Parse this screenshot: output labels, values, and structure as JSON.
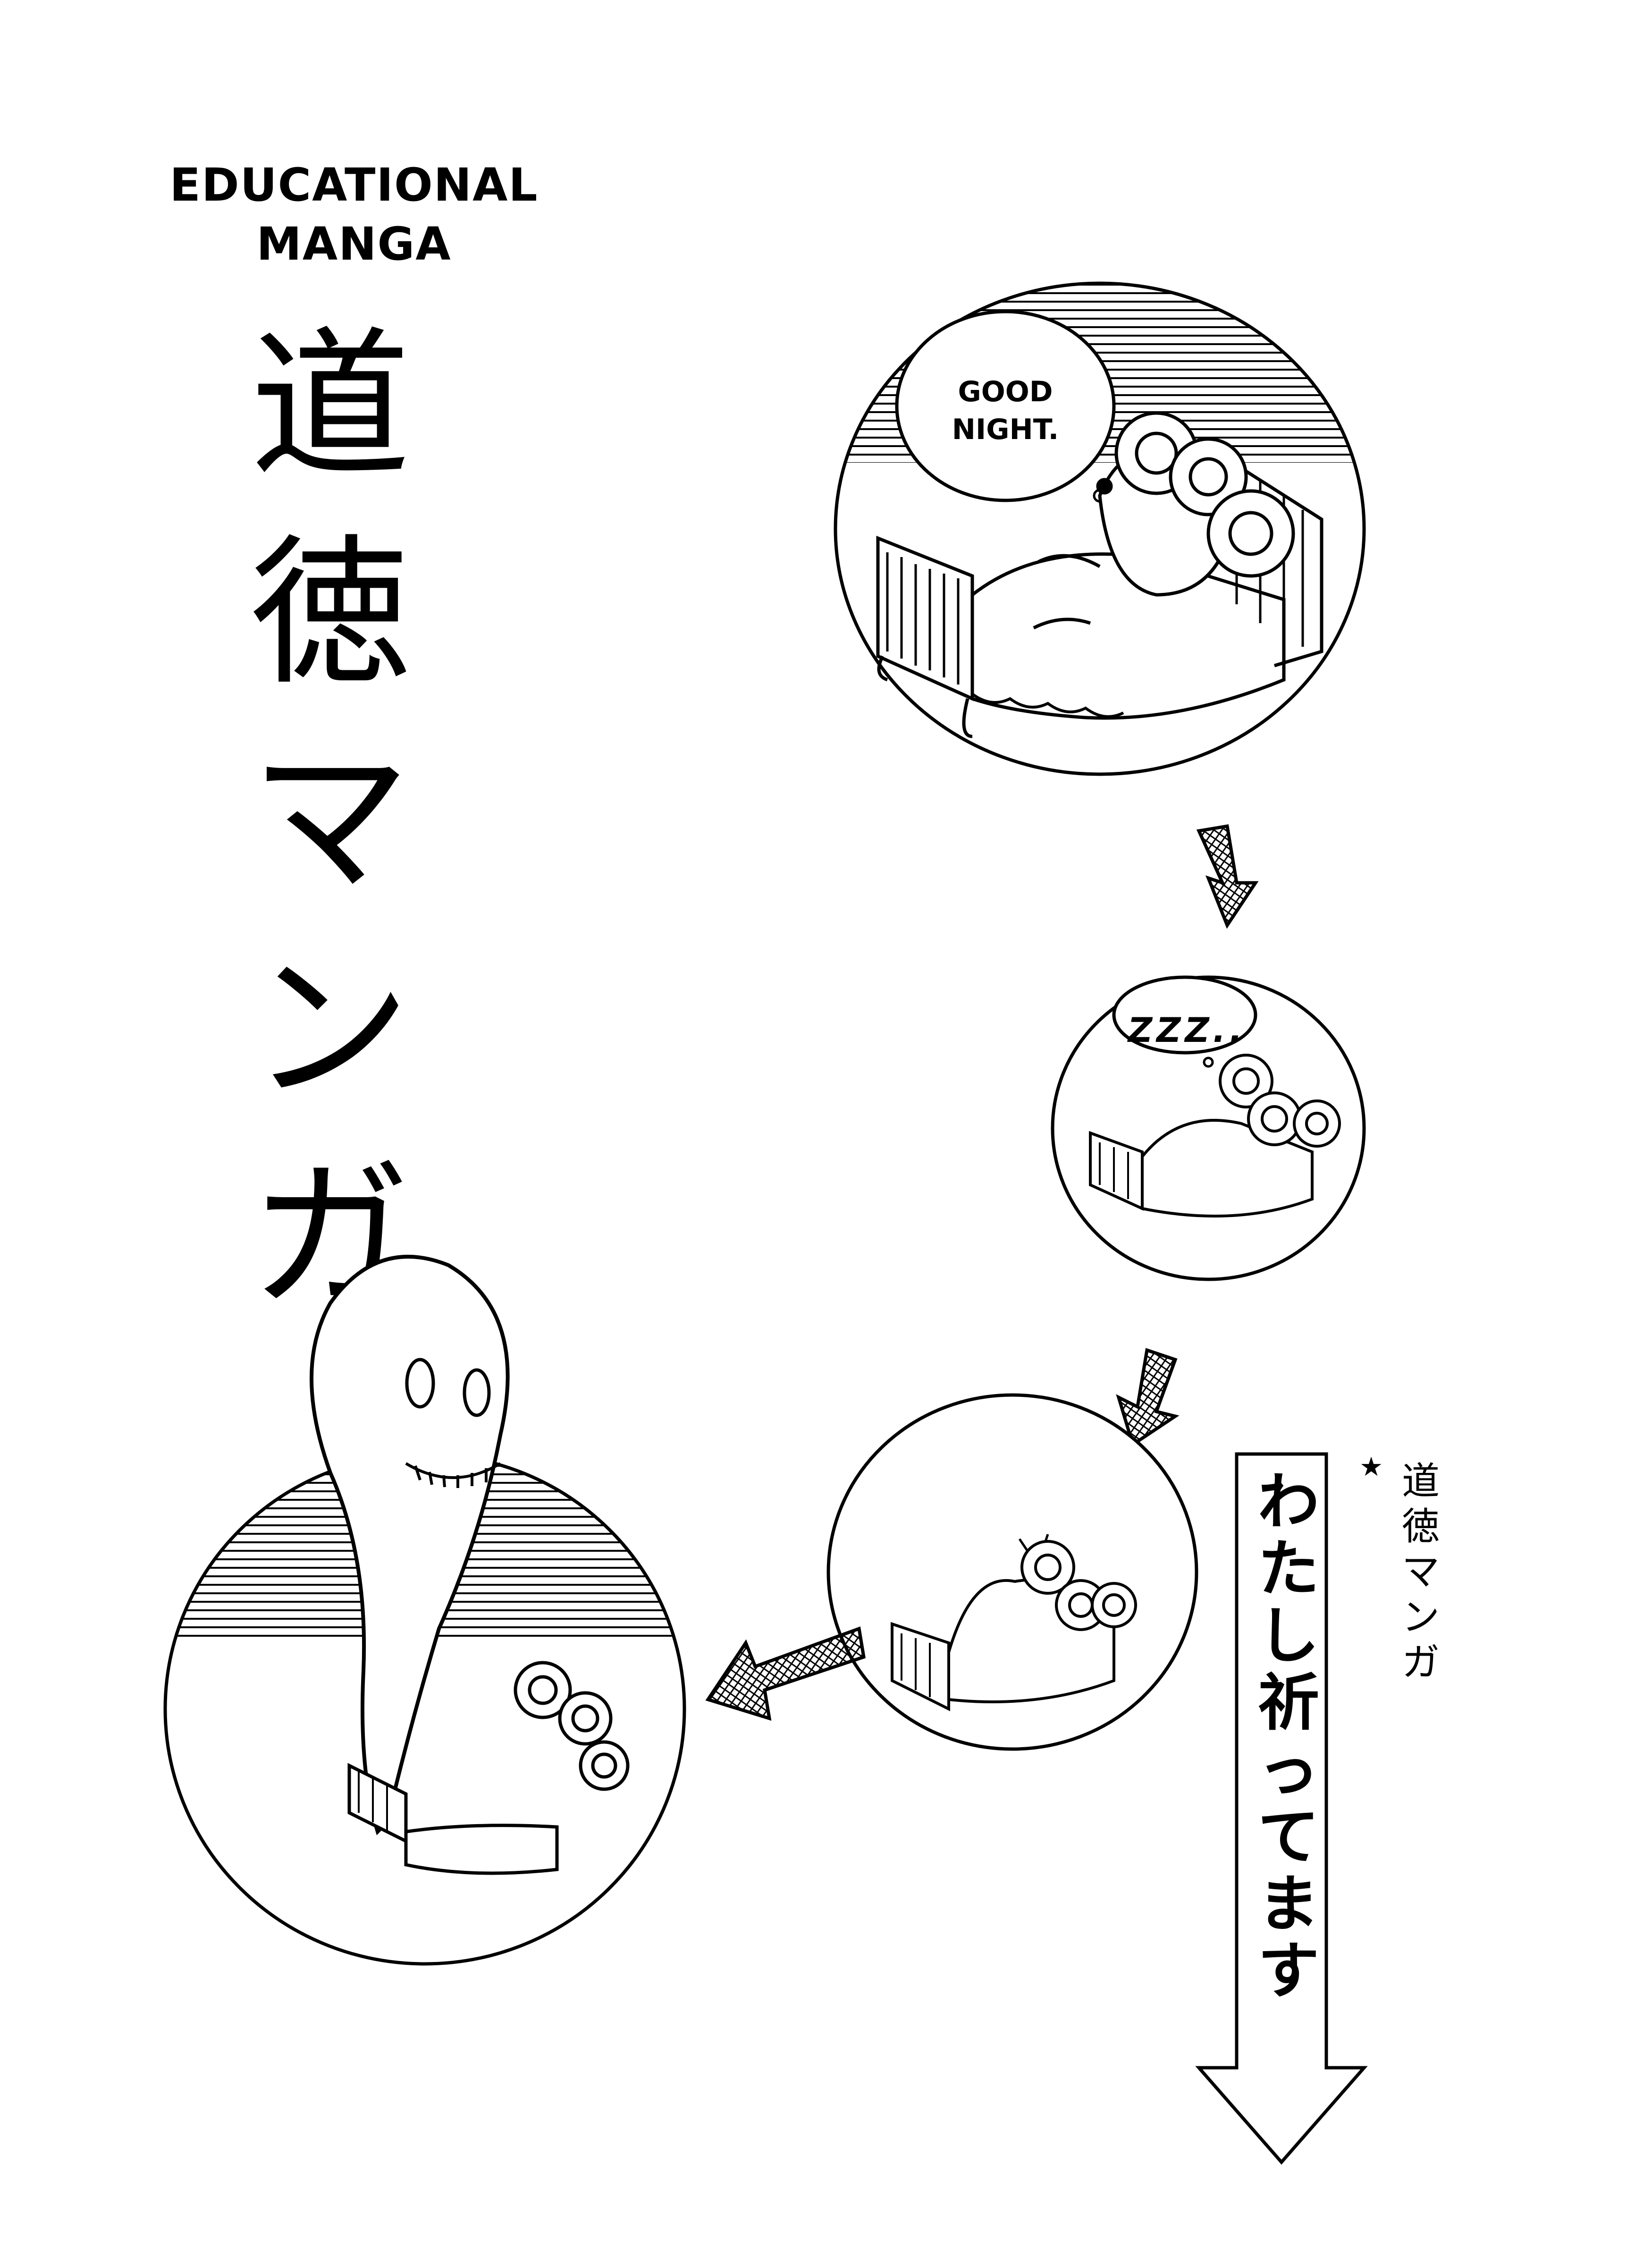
{
  "heading": {
    "line1": "EDUCATIONAL",
    "line2": "MANGA"
  },
  "title_vertical": [
    "道",
    "徳",
    "マ",
    "ン",
    "ガ"
  ],
  "panels": {
    "panel1": {
      "speech": {
        "line1": "GOOD",
        "line2": "NIGHT."
      }
    },
    "panel2": {
      "speech": "ZZZ.."
    }
  },
  "side_title": {
    "star": "★",
    "subtitle_chars": [
      "道",
      "徳",
      "マ",
      "ン",
      "ガ"
    ],
    "main_chars": [
      "わ",
      "た",
      "し",
      "祈",
      "っ",
      "て",
      "ま",
      "す"
    ]
  },
  "colors": {
    "ink": "#000000",
    "paper": "#ffffff",
    "arrow_fill": "#777777"
  }
}
